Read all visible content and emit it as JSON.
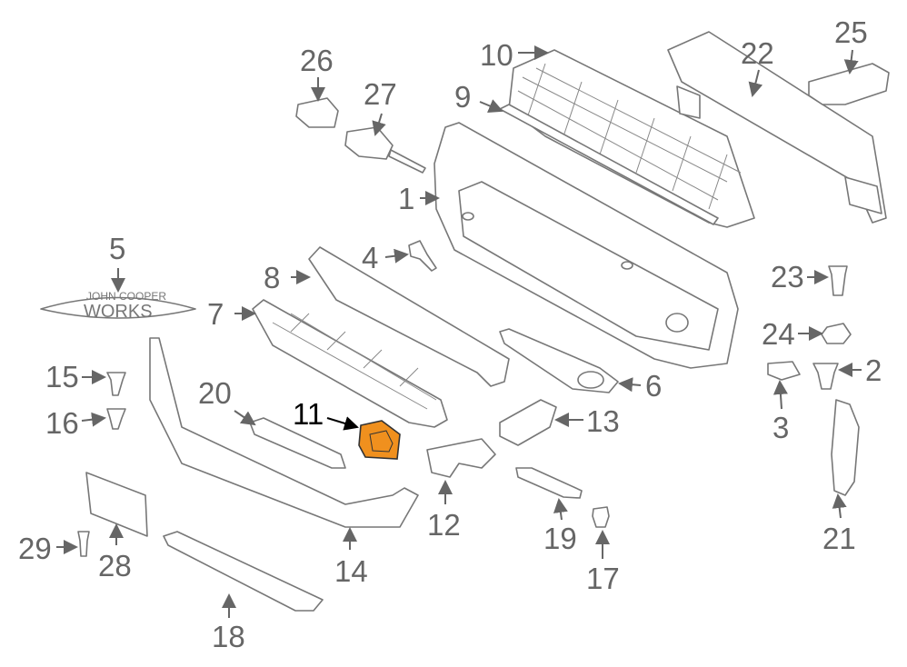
{
  "diagram": {
    "highlight_color": "#f0901e",
    "highlighted_part": "11",
    "logo": {
      "line1": "JOHN COOPER",
      "line2": "WORKS"
    },
    "labels": {
      "p1": "1",
      "p2": "2",
      "p3": "3",
      "p4": "4",
      "p5": "5",
      "p6": "6",
      "p7": "7",
      "p8": "8",
      "p9": "9",
      "p10": "10",
      "p11": "11",
      "p12": "12",
      "p13": "13",
      "p14": "14",
      "p15": "15",
      "p16": "16",
      "p17": "17",
      "p18": "18",
      "p19": "19",
      "p20": "20",
      "p21": "21",
      "p22": "22",
      "p23": "23",
      "p24": "24",
      "p25": "25",
      "p26": "26",
      "p27": "27",
      "p28": "28",
      "p29": "29"
    }
  }
}
